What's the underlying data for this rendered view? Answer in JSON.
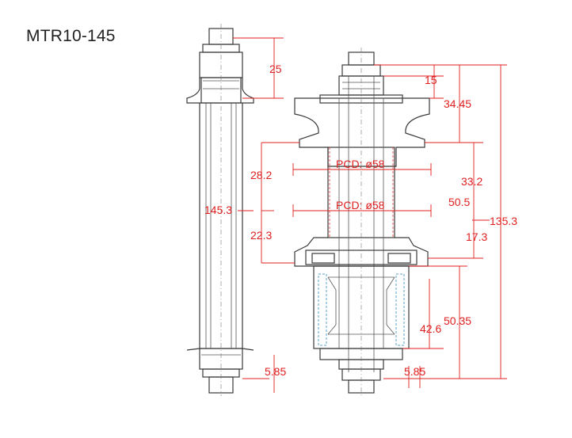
{
  "title": "MTR10-145",
  "colors": {
    "outline": "#3a3a3a",
    "dimension": "#e02020",
    "freehub": "#5aa0c8"
  },
  "dimensions": {
    "d25": "25",
    "d145_3": "145.3",
    "d15": "15",
    "d34_45": "34.45",
    "pcd_top": "PCD: ø58",
    "d28_2": "28.2",
    "d33_2": "33.2",
    "d50_5": "50.5",
    "pcd_bottom": "PCD: ø58",
    "d135_3": "135.3",
    "d22_3": "22.3",
    "d17_3": "17.3",
    "d50_35": "50.35",
    "d42_6": "42.6",
    "d5_85_left": "5.85",
    "d5_85_right": "5.85"
  }
}
